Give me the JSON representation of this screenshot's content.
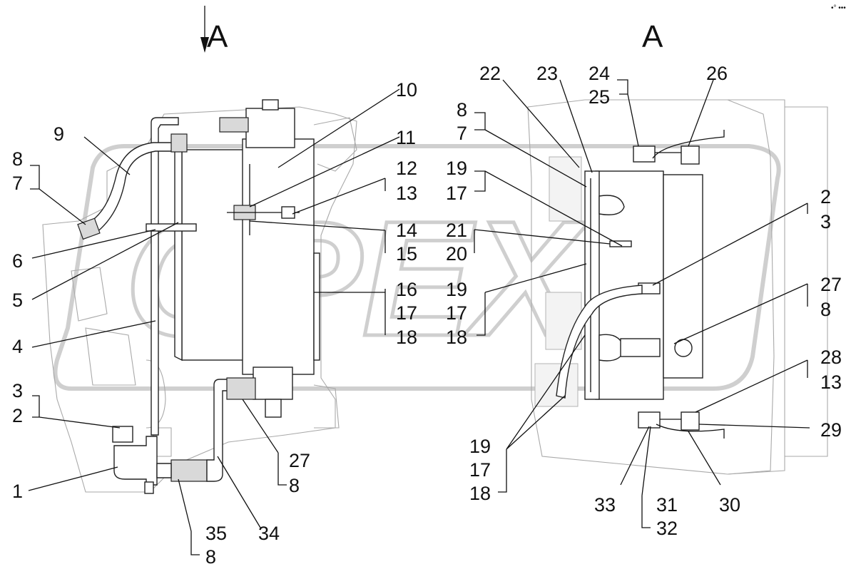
{
  "views": {
    "left_title": "A",
    "right_title": "A"
  },
  "watermark": {
    "text": "OPEX",
    "color": "#cfcfcf"
  },
  "corner_mark": "•° •••",
  "callouts": {
    "l1": "1",
    "l2": "2",
    "l3": "3",
    "l4": "4",
    "l5": "5",
    "l6": "6",
    "l7": "7",
    "l8": "8",
    "l9": "9",
    "l10": "10",
    "l11": "11",
    "l12": "12",
    "l13": "13",
    "l14": "14",
    "l15": "15",
    "l16": "16",
    "l17": "17",
    "l18": "18",
    "l27": "27",
    "l8b": "8",
    "l34": "34",
    "l35": "35",
    "l8c": "8",
    "r22": "22",
    "r23": "23",
    "r24": "24",
    "r25": "25",
    "r26": "26",
    "r8": "8",
    "r7": "7",
    "r19a": "19",
    "r17a": "17",
    "r21": "21",
    "r20": "20",
    "r19b": "19",
    "r17b": "17",
    "r18b": "18",
    "r2": "2",
    "r3": "3",
    "r27": "27",
    "r8b": "8",
    "r28": "28",
    "r13": "13",
    "r29": "29",
    "r19c": "19",
    "r17c": "17",
    "r18c": "18",
    "r33": "33",
    "r31": "31",
    "r32": "32",
    "r30": "30"
  }
}
